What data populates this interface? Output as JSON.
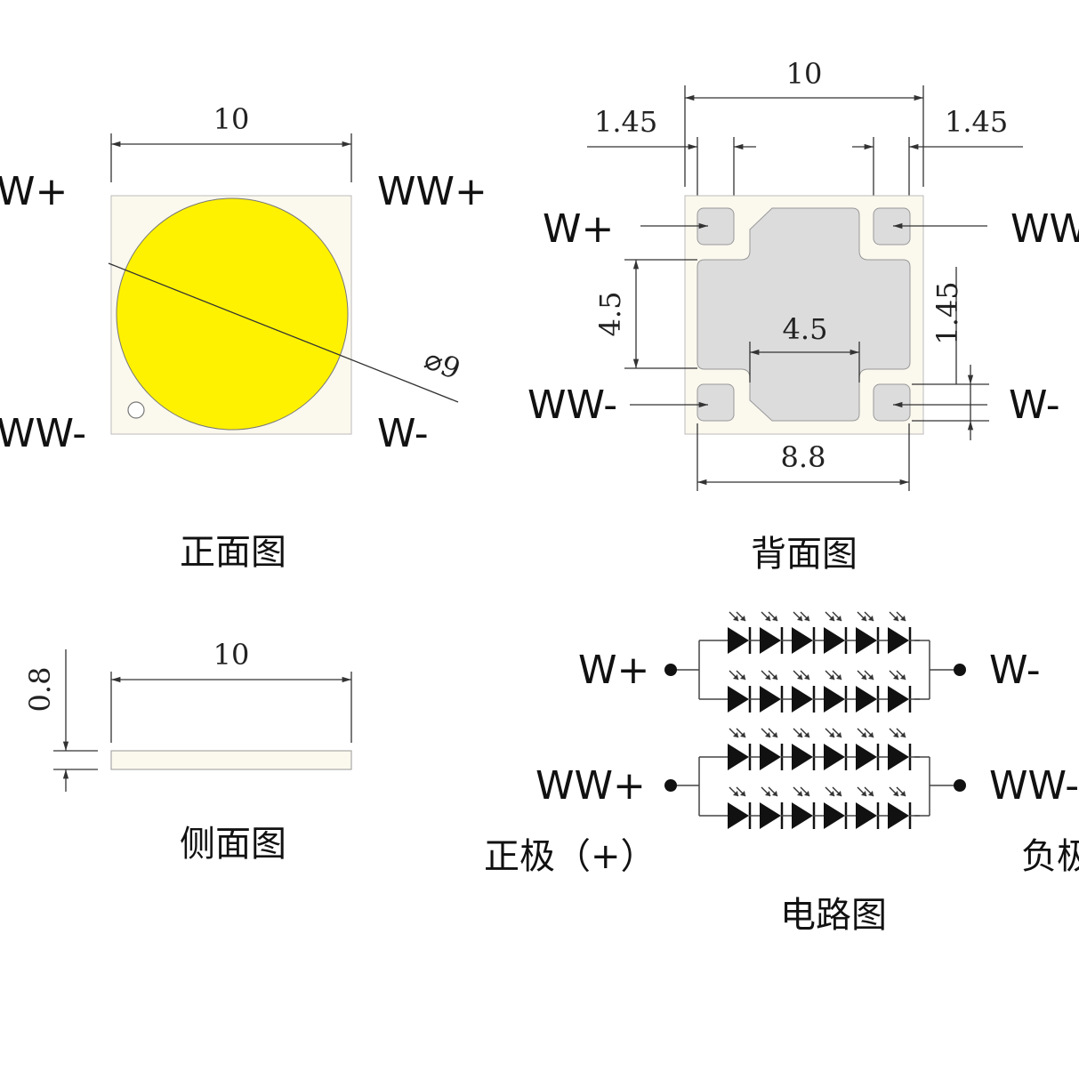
{
  "front_view": {
    "caption": "正面图",
    "width_dim": "10",
    "diameter_dim": "⌀9",
    "labels": {
      "top_left": "W+",
      "top_right": "WW+",
      "bottom_left": "WW-",
      "bottom_right": "W-"
    },
    "colors": {
      "emitter": "#fff200",
      "substrate": "#fbf8ee"
    }
  },
  "back_view": {
    "caption": "背面图",
    "dims": {
      "overall_width": "10",
      "pad_left": "1.45",
      "pad_right": "1.45",
      "center_height": "4.5",
      "center_width": "4.5",
      "pad_height": "1.45",
      "bottom_span": "8.8"
    },
    "labels": {
      "top_left": "W+",
      "top_right": "WW",
      "bottom_left": "WW-",
      "bottom_right": "W-"
    },
    "colors": {
      "pad": "#dcdcdc",
      "substrate": "#fbf8ee"
    }
  },
  "side_view": {
    "caption": "侧面图",
    "length_dim": "10",
    "thickness_dim": "0.8"
  },
  "circuit": {
    "caption": "电路图",
    "labels": {
      "w_plus": "W+",
      "w_minus": "W-",
      "ww_plus": "WW+",
      "ww_minus": "WW-"
    },
    "positive_label": "正极（+）",
    "negative_label": "负极",
    "leds_per_string": 6,
    "strings_per_channel": 2
  }
}
